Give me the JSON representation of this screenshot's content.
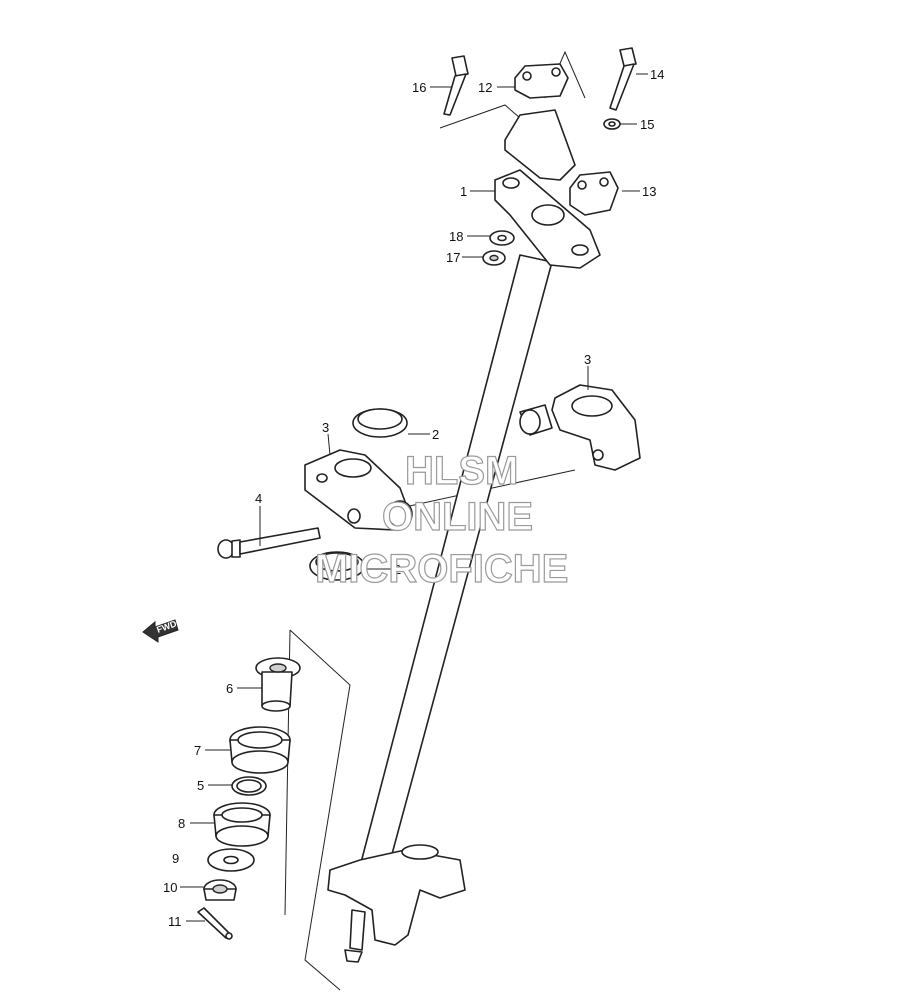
{
  "callouts": {
    "c1": "1",
    "c2a": "2",
    "c2b": "2",
    "c3a": "3",
    "c3b": "3",
    "c4": "4",
    "c5": "5",
    "c6": "6",
    "c7": "7",
    "c8": "8",
    "c9": "9",
    "c10": "10",
    "c11": "11",
    "c12": "12",
    "c13": "13",
    "c14": "14",
    "c15": "15",
    "c16": "16",
    "c17": "17",
    "c18": "18"
  },
  "watermark": {
    "line1": "HLSM",
    "line2": "ONLINE",
    "line3": "MICROFICHE"
  },
  "fwd_label": "FWD"
}
